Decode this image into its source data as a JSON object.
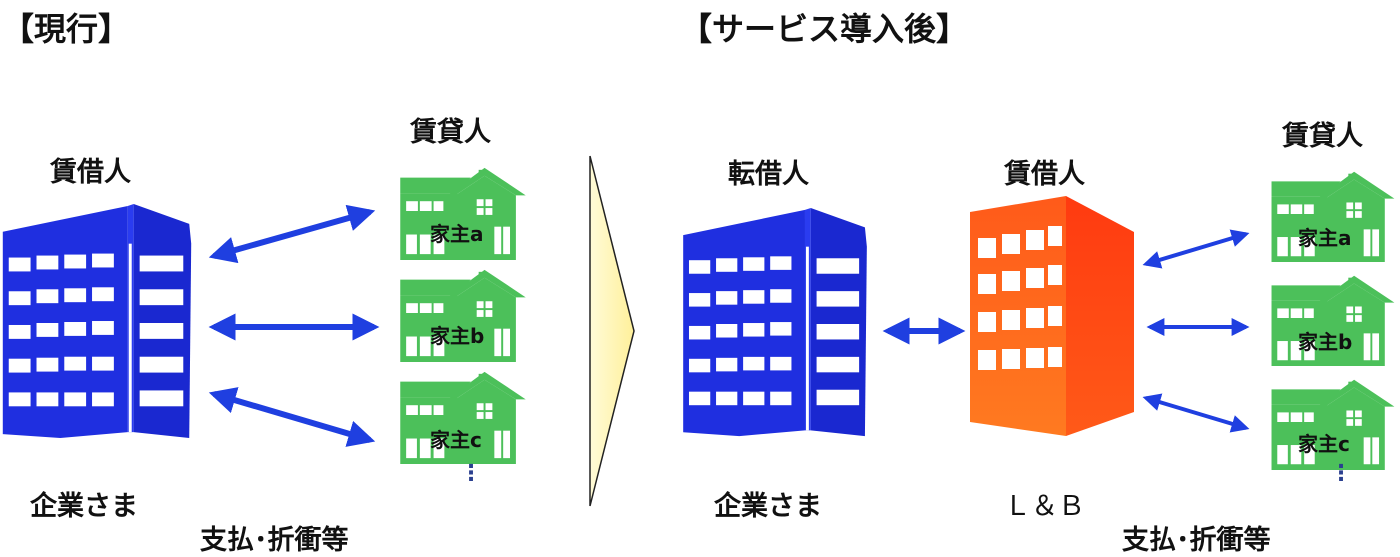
{
  "left": {
    "heading": "【現行】",
    "lessee_label": "賃借人",
    "company_label": "企業さま",
    "lessor_label": "賃貸人",
    "payment_label": "支払･折衝等"
  },
  "right": {
    "heading": "【サービス導入後】",
    "sublessee_label": "転借人",
    "company_label": "企業さま",
    "lessee_label": "賃借人",
    "provider_label": "Ｌ＆Ｂ",
    "lessor_label": "賃貸人",
    "payment_label": "支払･折衝等"
  },
  "landlords": [
    "家主a",
    "家主b",
    "家主c"
  ],
  "ellipsis": "⋮",
  "colors": {
    "company_building": "#1f2fe0",
    "provider_building": "#ff6a1a",
    "house": "#4cc05a",
    "arrow": "#1f3fe0",
    "transition_arrow": "#fff4a0"
  }
}
